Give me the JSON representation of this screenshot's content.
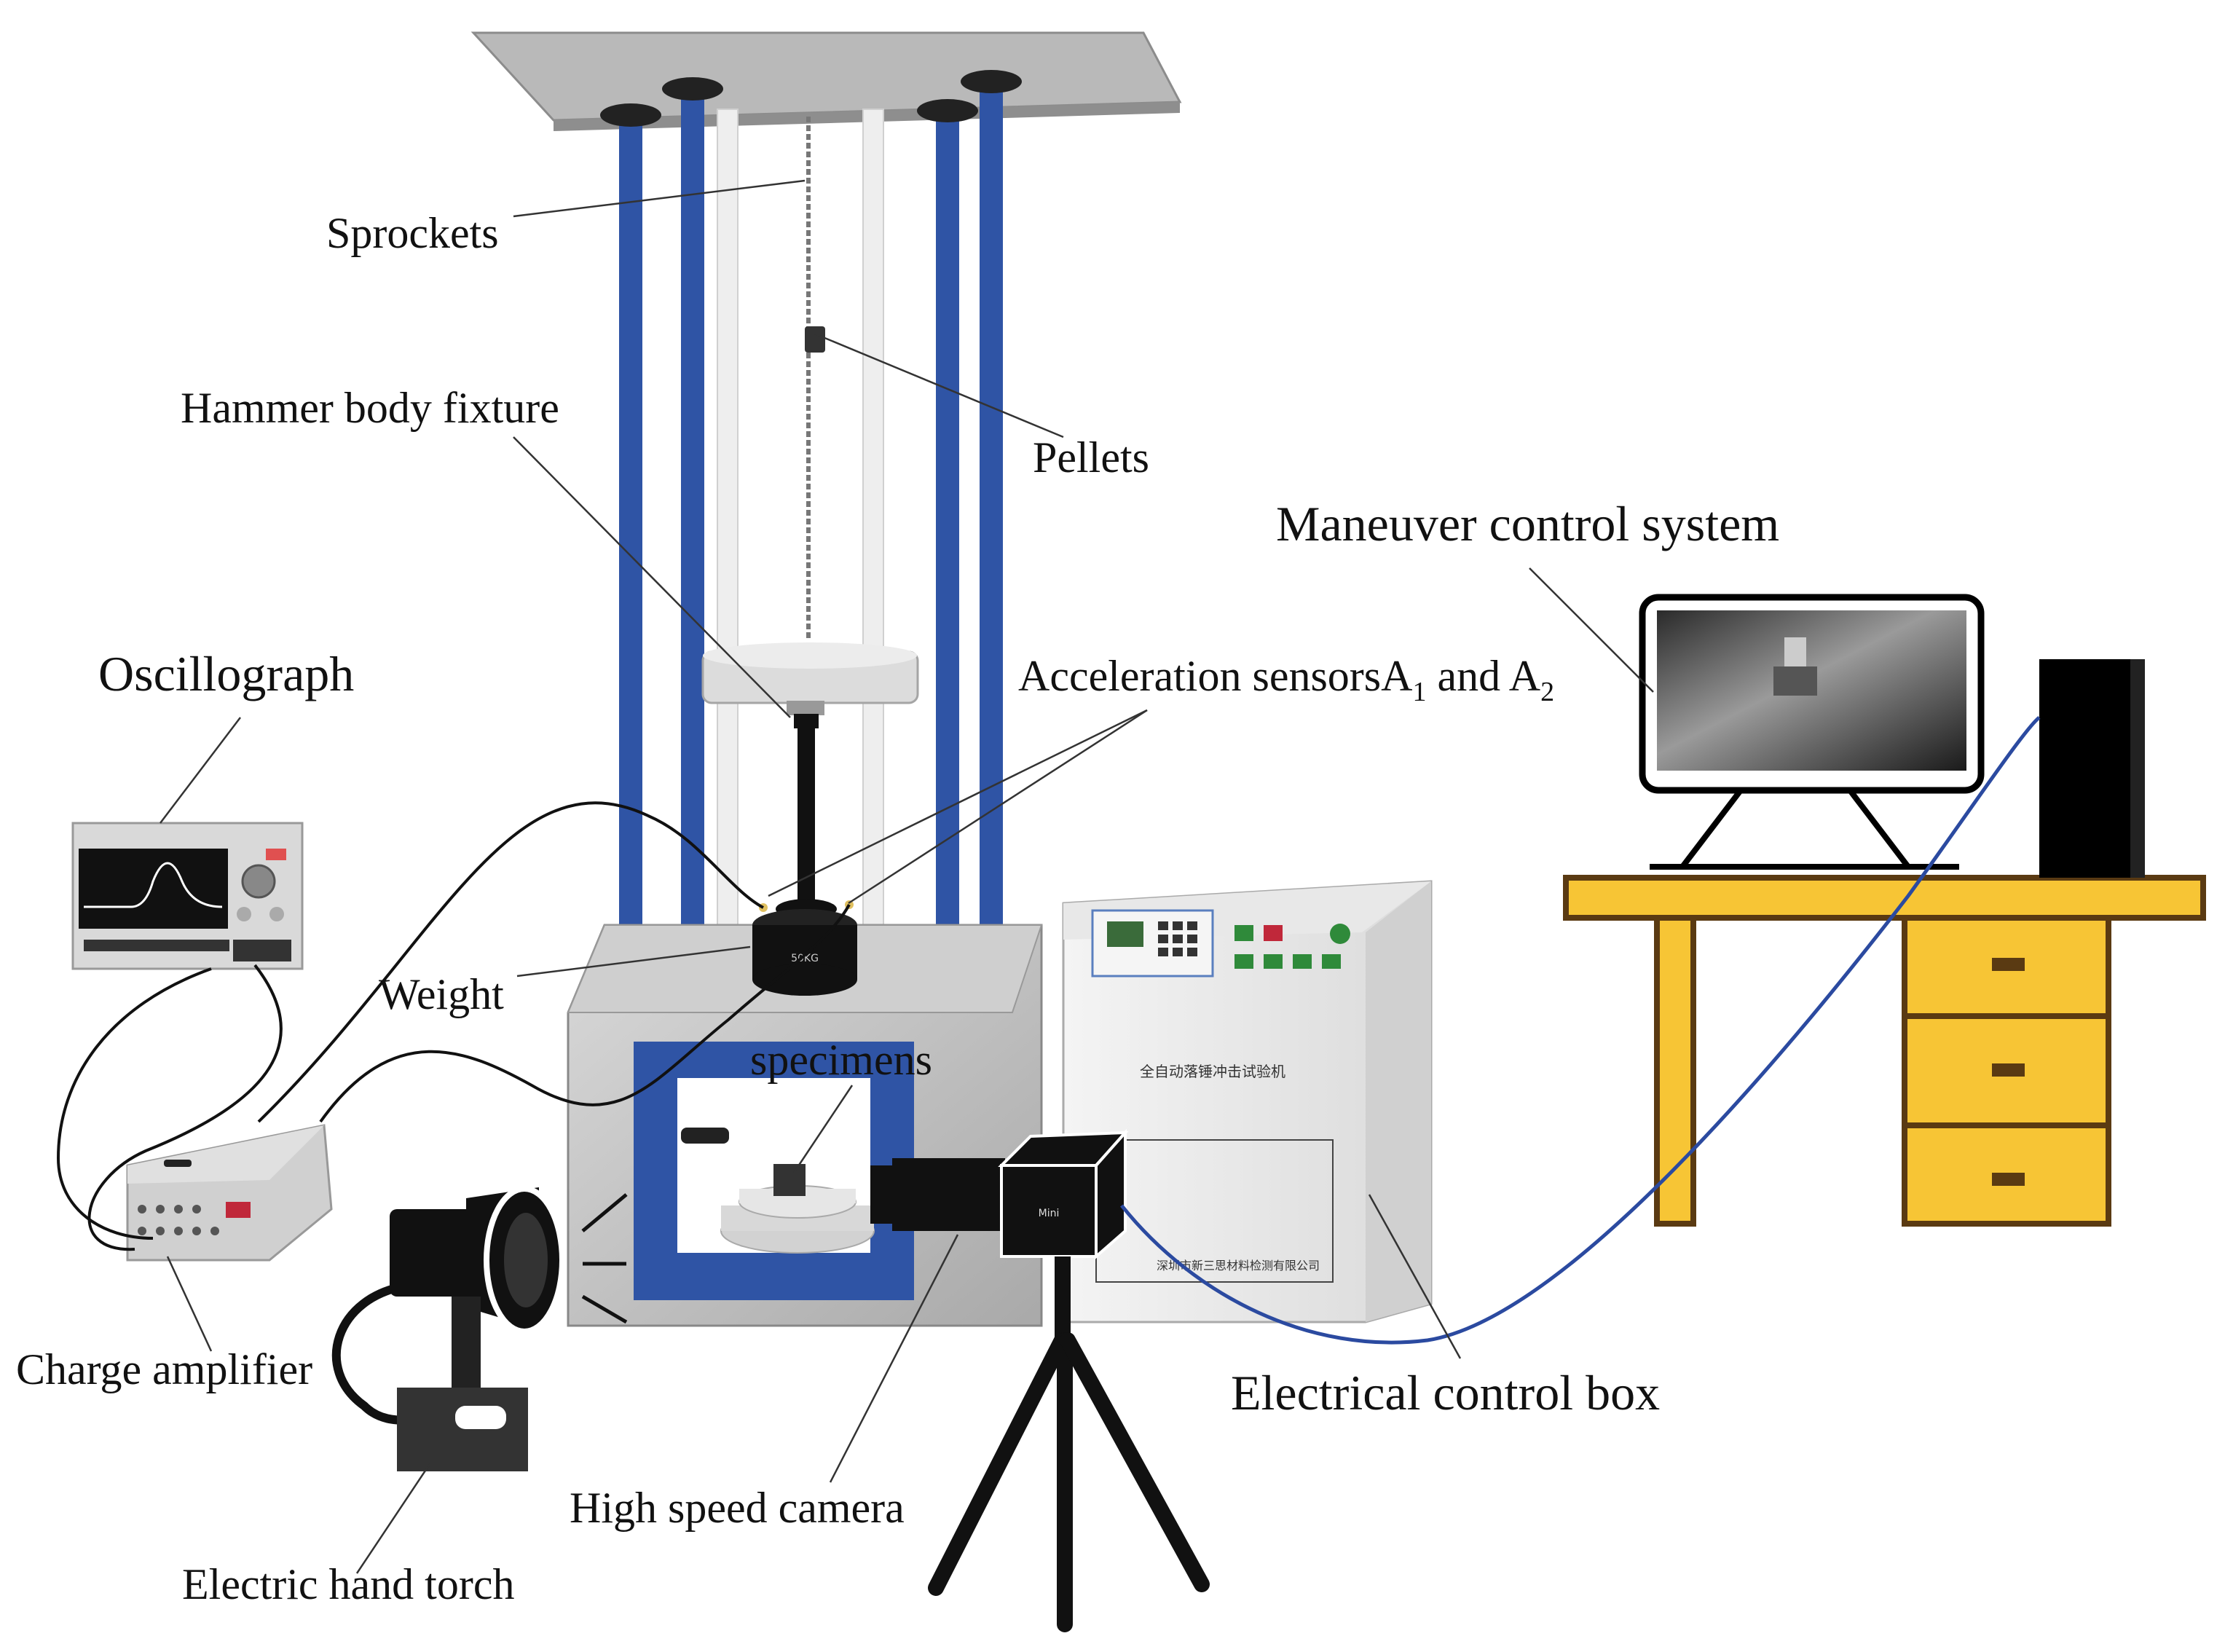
{
  "labels": {
    "sprockets": "Sprockets",
    "hammer_body_fixture": "Hammer body fixture",
    "pellets": "Pellets",
    "maneuver_control_system": "Maneuver control system",
    "oscillograph": "Oscillograph",
    "acceleration_sensors_prefix": "Acceleration sensorsA",
    "acceleration_sensors_sub1": "1",
    "acceleration_sensors_and": " and A",
    "acceleration_sensors_sub2": "2",
    "weight": "Weight",
    "specimens": "specimens",
    "charge_amplifier": "Charge amplifier",
    "electrical_control_box": "Electrical control box",
    "high_speed_camera": "High speed camera",
    "electric_hand_torch": "Electric hand torch"
  },
  "control_box": {
    "title_cn": "全自动落锤冲击试验机",
    "company_cn": "深圳市新三思材料检测有限公司"
  },
  "camera": {
    "brand": "Mini"
  },
  "weight_tag": "50KG",
  "colors": {
    "blue_column": "#2f54a5",
    "frame_gray": "#c8c8c8",
    "desk_yellow": "#f7c535",
    "desk_outline": "#5a3a12",
    "cable_blue": "#2b4aa0"
  }
}
